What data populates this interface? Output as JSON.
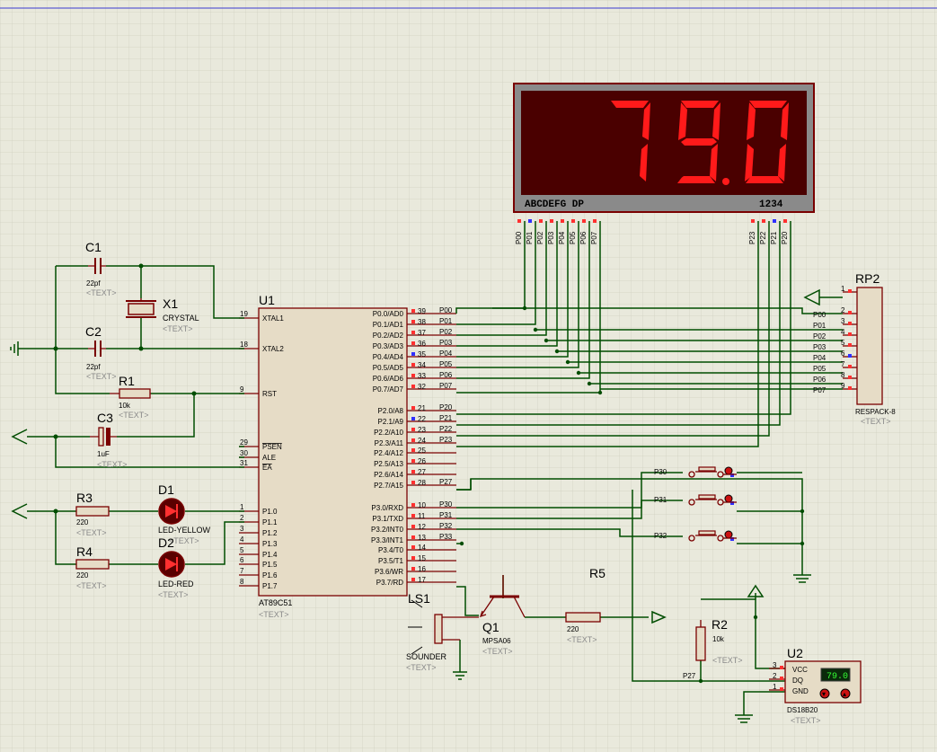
{
  "u1": {
    "ref": "U1",
    "part": "AT89C51",
    "text": "<TEXT>",
    "left_pins": [
      {
        "num": "19",
        "name": "XTAL1"
      },
      {
        "num": "18",
        "name": "XTAL2"
      },
      {
        "num": "9",
        "name": "RST"
      },
      {
        "num": "29",
        "name": "PSEN"
      },
      {
        "num": "30",
        "name": "ALE"
      },
      {
        "num": "31",
        "name": "EA"
      },
      {
        "num": "1",
        "name": "P1.0"
      },
      {
        "num": "2",
        "name": "P1.1"
      },
      {
        "num": "3",
        "name": "P1.2"
      },
      {
        "num": "4",
        "name": "P1.3"
      },
      {
        "num": "5",
        "name": "P1.4"
      },
      {
        "num": "6",
        "name": "P1.5"
      },
      {
        "num": "7",
        "name": "P1.6"
      },
      {
        "num": "8",
        "name": "P1.7"
      }
    ],
    "right_pins": [
      {
        "num": "39",
        "name": "P0.0/AD0",
        "net": "P00"
      },
      {
        "num": "38",
        "name": "P0.1/AD1",
        "net": "P01"
      },
      {
        "num": "37",
        "name": "P0.2/AD2",
        "net": "P02"
      },
      {
        "num": "36",
        "name": "P0.3/AD3",
        "net": "P03"
      },
      {
        "num": "35",
        "name": "P0.4/AD4",
        "net": "P04"
      },
      {
        "num": "34",
        "name": "P0.5/AD5",
        "net": "P05"
      },
      {
        "num": "33",
        "name": "P0.6/AD6",
        "net": "P06"
      },
      {
        "num": "32",
        "name": "P0.7/AD7",
        "net": "P07"
      },
      {
        "num": "21",
        "name": "P2.0/A8",
        "net": "P20"
      },
      {
        "num": "22",
        "name": "P2.1/A9",
        "net": "P21"
      },
      {
        "num": "23",
        "name": "P2.2/A10",
        "net": "P22"
      },
      {
        "num": "24",
        "name": "P2.3/A11",
        "net": "P23"
      },
      {
        "num": "25",
        "name": "P2.4/A12",
        "net": ""
      },
      {
        "num": "26",
        "name": "P2.5/A13",
        "net": ""
      },
      {
        "num": "27",
        "name": "P2.6/A14",
        "net": ""
      },
      {
        "num": "28",
        "name": "P2.7/A15",
        "net": "P27"
      },
      {
        "num": "10",
        "name": "P3.0/RXD",
        "net": "P30"
      },
      {
        "num": "11",
        "name": "P3.1/TXD",
        "net": "P31"
      },
      {
        "num": "12",
        "name": "P3.2/INT0",
        "net": "P32"
      },
      {
        "num": "13",
        "name": "P3.3/INT1",
        "net": "P33"
      },
      {
        "num": "14",
        "name": "P3.4/T0",
        "net": ""
      },
      {
        "num": "15",
        "name": "P3.5/T1",
        "net": ""
      },
      {
        "num": "16",
        "name": "P3.6/WR",
        "net": ""
      },
      {
        "num": "17",
        "name": "P3.7/RD",
        "net": ""
      }
    ]
  },
  "c1": {
    "ref": "C1",
    "value": "22pf",
    "text": "<TEXT>"
  },
  "c2": {
    "ref": "C2",
    "value": "22pf",
    "text": "<TEXT>"
  },
  "x1": {
    "ref": "X1",
    "part": "CRYSTAL",
    "text": "<TEXT>"
  },
  "r1": {
    "ref": "R1",
    "value": "10k",
    "text": "<TEXT>"
  },
  "c3": {
    "ref": "C3",
    "value": "1uF",
    "text": "<TEXT>"
  },
  "r3": {
    "ref": "R3",
    "value": "220",
    "text": "<TEXT>"
  },
  "r4": {
    "ref": "R4",
    "value": "220",
    "text": "<TEXT>"
  },
  "d1": {
    "ref": "D1",
    "part": "LED-YELLOW",
    "text": "<TEXT>"
  },
  "d2": {
    "ref": "D2",
    "part": "LED-RED",
    "text": "<TEXT>"
  },
  "display": {
    "digits": [
      "",
      "7",
      "9",
      "0"
    ],
    "dp_digit": 2,
    "segment_label": "ABCDEFG  DP",
    "digit_label": "1234",
    "seg_pins": [
      "P00",
      "P01",
      "P02",
      "P03",
      "P04",
      "P05",
      "P06",
      "P07"
    ],
    "com_pins": [
      "P23",
      "P22",
      "P21",
      "P20"
    ]
  },
  "rp2": {
    "ref": "RP2",
    "part": "RESPACK-8",
    "text": "<TEXT>",
    "pins": [
      {
        "num": "1",
        "net": ""
      },
      {
        "num": "2",
        "net": "P00"
      },
      {
        "num": "3",
        "net": "P01"
      },
      {
        "num": "4",
        "net": "P02"
      },
      {
        "num": "5",
        "net": "P03"
      },
      {
        "num": "6",
        "net": "P04"
      },
      {
        "num": "7",
        "net": "P05"
      },
      {
        "num": "8",
        "net": "P06"
      },
      {
        "num": "9",
        "net": "P07"
      }
    ]
  },
  "buttons": [
    "P30",
    "P31",
    "P32"
  ],
  "ls1": {
    "ref": "LS1",
    "part": "SOUNDER",
    "text": "<TEXT>"
  },
  "q1": {
    "ref": "Q1",
    "part": "MPSA06",
    "text": "<TEXT>"
  },
  "r5": {
    "ref": "R5",
    "value": "220",
    "text": "<TEXT>"
  },
  "r2": {
    "ref": "R2",
    "value": "10k",
    "text": "<TEXT>",
    "net": "P27"
  },
  "u2": {
    "ref": "U2",
    "part": "DS18B20",
    "text": "<TEXT>",
    "temp": "79.0",
    "pins": [
      {
        "num": "3",
        "name": "VCC"
      },
      {
        "num": "2",
        "name": "DQ"
      },
      {
        "num": "1",
        "name": "GND"
      }
    ]
  }
}
